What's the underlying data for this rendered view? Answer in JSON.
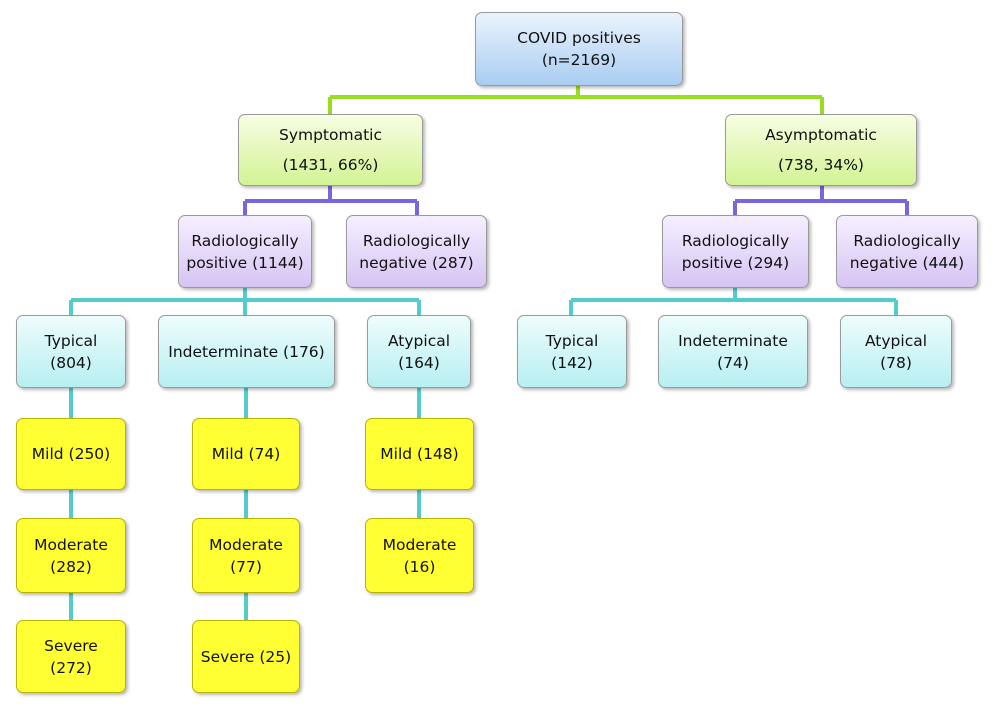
{
  "connector_colors": {
    "green": "#99dd22",
    "purple": "#7766dd",
    "cyan": "#55cccc"
  },
  "node_colors": {
    "blue": "#a9cdf2",
    "green": "#d3f394",
    "purple": "#d6c4f4",
    "cyan": "#b7eff2",
    "yellow": "#ffff33"
  },
  "nodes": {
    "root": {
      "line1": "COVID positives",
      "line2": "(n=2169)"
    },
    "symptomatic": {
      "line1": "Symptomatic",
      "line2": "(1431, 66%)"
    },
    "asymptomatic": {
      "line1": "Asymptomatic",
      "line2": "(738, 34%)"
    },
    "sym_rad_pos": {
      "line1": "Radiologically",
      "line2": "positive (1144)"
    },
    "sym_rad_neg": {
      "line1": "Radiologically",
      "line2": "negative (287)"
    },
    "asym_rad_pos": {
      "line1": "Radiologically",
      "line2": "positive (294)"
    },
    "asym_rad_neg": {
      "line1": "Radiologically",
      "line2": "negative (444)"
    },
    "sym_typical": {
      "line1": "Typical",
      "line2": "(804)"
    },
    "sym_indeterminate": {
      "line1": "Indeterminate (176)"
    },
    "sym_atypical": {
      "line1": "Atypical",
      "line2": "(164)"
    },
    "asym_typical": {
      "line1": "Typical",
      "line2": "(142)"
    },
    "asym_indeterminate": {
      "line1": "Indeterminate",
      "line2": "(74)"
    },
    "asym_atypical": {
      "line1": "Atypical",
      "line2": "(78)"
    },
    "typ_mild": {
      "line1": "Mild (250)"
    },
    "typ_moderate": {
      "line1": "Moderate",
      "line2": "(282)"
    },
    "typ_severe": {
      "line1": "Severe",
      "line2": "(272)"
    },
    "ind_mild": {
      "line1": "Mild (74)"
    },
    "ind_moderate": {
      "line1": "Moderate",
      "line2": "(77)"
    },
    "ind_severe": {
      "line1": "Severe (25)"
    },
    "aty_mild": {
      "line1": "Mild (148)"
    },
    "aty_moderate": {
      "line1": "Moderate",
      "line2": "(16)"
    }
  }
}
